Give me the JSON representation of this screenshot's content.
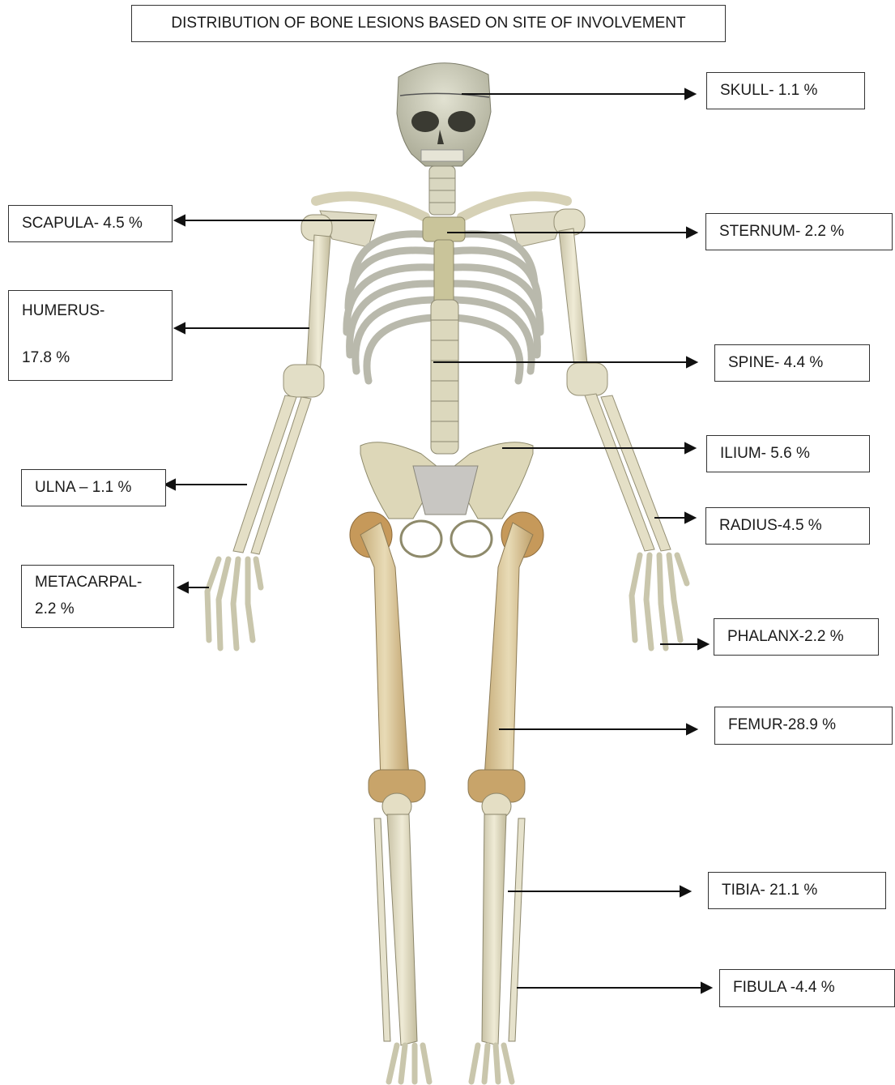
{
  "title": "DISTRIBUTION OF BONE LESIONS BASED ON SITE OF INVOLVEMENT",
  "labels": {
    "skull": "SKULL- 1.1 %",
    "scapula": "SCAPULA- 4.5 %",
    "sternum": "STERNUM- 2.2 %",
    "humerus_line1": "HUMERUS-",
    "humerus_line2": "17.8 %",
    "spine": "SPINE- 4.4 %",
    "ilium": "ILIUM- 5.6 %",
    "ulna": "ULNA – 1.1 %",
    "radius": "RADIUS-4.5 %",
    "metacarpal_line1": "METACARPAL-",
    "metacarpal_line2": "2.2 %",
    "phalanx": "PHALANX-2.2 %",
    "femur": "FEMUR-28.9 %",
    "tibia": "TIBIA- 21.1 %",
    "fibula": "FIBULA -4.4 %"
  },
  "colors": {
    "bone": "#e6e1c8",
    "bone_shadow": "#b8b093",
    "femur": "#d9c9a0",
    "femur_head": "#c49a5c",
    "skull": "#cfcfbf",
    "arrow": "#111111"
  }
}
